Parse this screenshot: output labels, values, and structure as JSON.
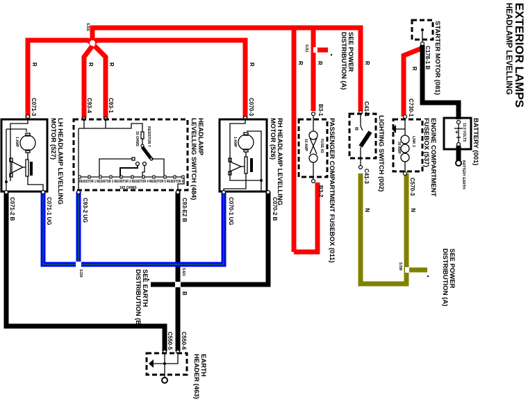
{
  "title": {
    "main": "EXTERIOR LAMPS",
    "sub": "HEADLAMP LEVELLING"
  },
  "wire_colors": {
    "R": "#ff0000",
    "B": "#000000",
    "UG": "#0000ff",
    "UG_tracer": "#009900",
    "N": "#808000"
  },
  "components": {
    "starter_motor": "STARTER MOTOR (081)",
    "battery": "BATTERY (001)",
    "battery_voltage": "13.5 VOLTS",
    "battery_earth": "BATTERY EARTH",
    "engine_fusebox_line1": "ENGINE COMPARTMENT",
    "engine_fusebox_line2": "FUSEBOX (537)",
    "link": "LINK 3",
    "link_rating": "30 AMP",
    "lighting_switch": "LIGHTING SWITCH (002)",
    "passenger_fusebox": "PASSENGER COMPARTMENT FUSEBOX (011)",
    "fuse": "FUSE 83",
    "fuse_rating": "10 AMP",
    "rh_motor_line1": "RH HEADLAMP LEVELLING",
    "rh_motor_line2": "MOTOR (526)",
    "lh_motor_line1": "LH HEADLAMP LEVELLING",
    "lh_motor_line2": "MOTOR (527)",
    "motor_rating": "1 AMP",
    "switch_line1": "HEADLAMP",
    "switch_line2": "LEVELLING SWITCH (484)",
    "switch_resistors": "RESISTOR 1 RESISTOR 2 RESISTOR 3 RESISTOR 4 RESISTOR 5 RESISTOR 6",
    "switch_ohms": "183 OHMS",
    "switch_res7_line1": "RESISTOR 7",
    "switch_res7_line2": "33 OHMS",
    "earth_header_line1": "EARTH",
    "earth_header_line2": "HEADER (463)"
  },
  "references": {
    "power_a_line1": "SEE POWER",
    "power_a_line2": "DISTRIBUTION (A)",
    "earth_b_line1": "SEE EARTH",
    "earth_b_line2": "DISTRIBUTION (B)"
  },
  "connectors": {
    "c178_1": "C178-1  B",
    "c730_1": "C730-1",
    "c570_3": "C570-3",
    "c41_4": "C41-4",
    "c41_3": "C41-3",
    "b3_1": "B3-1",
    "b3_2": "B3-2",
    "c070_3": "C070-3",
    "c070_1": "C070-1  UG",
    "c070_2": "C070-2  B",
    "c93_4": "C93-4",
    "c93_1": "C93-1",
    "c93_2": "C93-2  UG",
    "c93_e2": "C93-E2  B",
    "c071_3": "C071-3",
    "c071_1": "C071-1  UG",
    "c071_2": "C071-2  B",
    "c550_5": "C550-5",
    "c550_6": "C550-6"
  },
  "splices": {
    "sj15": "SJ15",
    "sj11": "SJ11",
    "sj34": "SJ34",
    "sj21": "SJ21",
    "sj38": "SJ38"
  },
  "wire_codes": {
    "r": "R",
    "b": "B",
    "n": "N"
  }
}
